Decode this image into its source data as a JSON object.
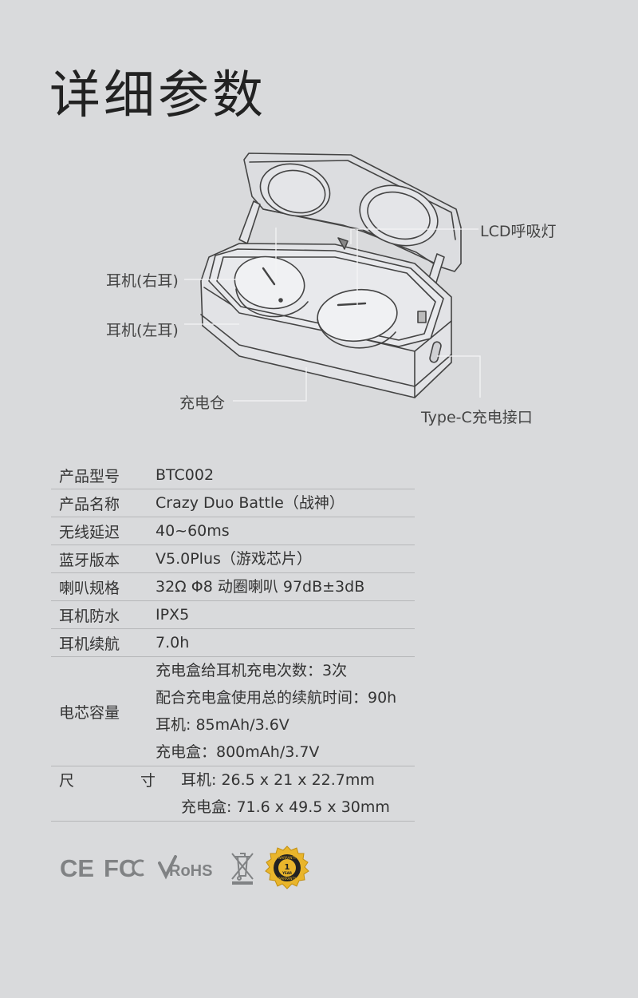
{
  "page": {
    "title": "详细参数"
  },
  "diagram": {
    "callouts": {
      "lcd": "LCD呼吸灯",
      "right_ear": "耳机(右耳)",
      "left_ear": "耳机(左耳)",
      "case": "充电仓",
      "port": "Type-C充电接口"
    }
  },
  "specs": {
    "rows": [
      {
        "label": "产品型号",
        "values": [
          "BTC002"
        ]
      },
      {
        "label": "产品名称",
        "values": [
          "Crazy Duo Battle（战神）"
        ]
      },
      {
        "label": "无线延迟",
        "values": [
          "40~60ms"
        ]
      },
      {
        "label": "蓝牙版本",
        "values": [
          "V5.0Plus（游戏芯片）"
        ]
      },
      {
        "label": "喇叭规格",
        "values": [
          "32Ω Φ8 动圈喇叭 97dB±3dB"
        ]
      },
      {
        "label": "耳机防水",
        "values": [
          "IPX5"
        ]
      },
      {
        "label": "耳机续航",
        "values": [
          "7.0h"
        ]
      },
      {
        "label": "电芯容量",
        "values": [
          "充电盒给耳机充电次数：3次",
          "配合充电盒使用总的续航时间：90h",
          "耳机: 85mAh/3.6V",
          "充电盒：800mAh/3.7V"
        ]
      },
      {
        "label_parts": [
          "尺",
          "寸"
        ],
        "values": [
          "耳机: 26.5 x 21 x 22.7mm",
          "充电盒: 71.6 x 49.5 x 30mm"
        ]
      }
    ]
  },
  "certifications": {
    "ce": "CE",
    "fcc": "FC",
    "rohs": "RoHS",
    "badge_top": "WARRANTY",
    "badge_mid": "1",
    "badge_low": "YEAR",
    "badge_bottom": "WARRANTY",
    "icons": [
      "ce-mark-icon",
      "fcc-mark-icon",
      "rohs-mark-icon",
      "weee-bin-icon",
      "warranty-badge-icon"
    ]
  }
}
